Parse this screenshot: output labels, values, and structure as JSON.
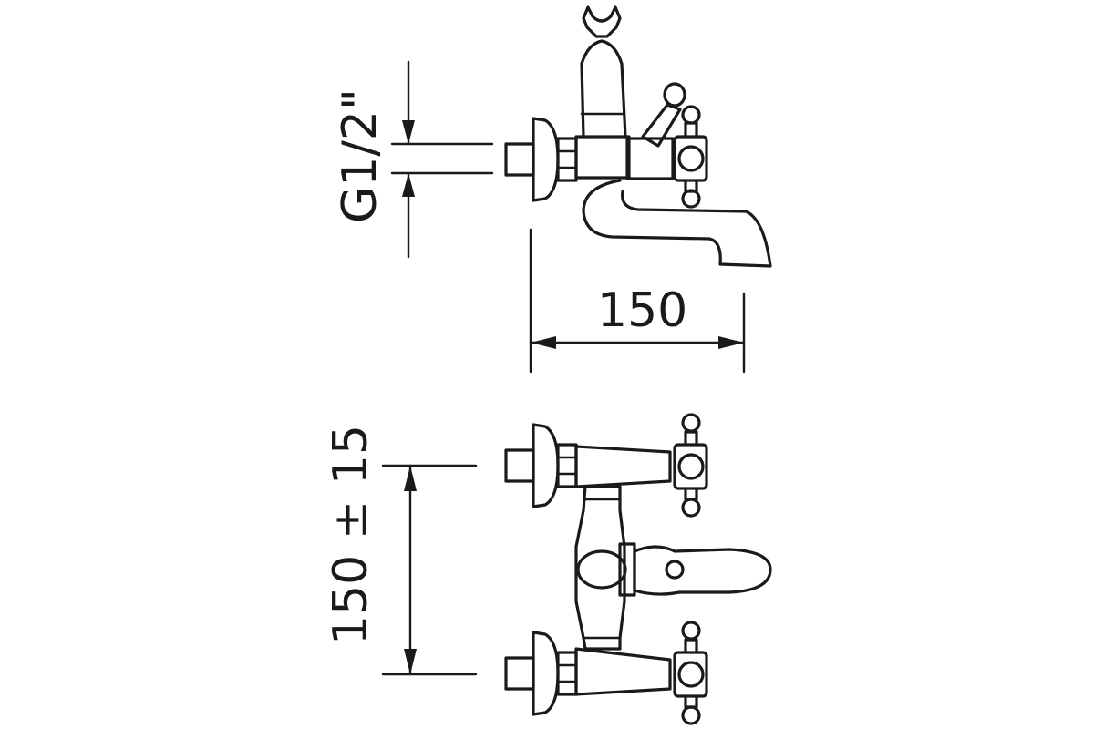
{
  "dimensions": {
    "thread": "G1/2\"",
    "spout_projection": "150",
    "center_distance": "150 ± 15"
  },
  "colors": {
    "line": "#1a1a1a",
    "background": "#ffffff"
  }
}
